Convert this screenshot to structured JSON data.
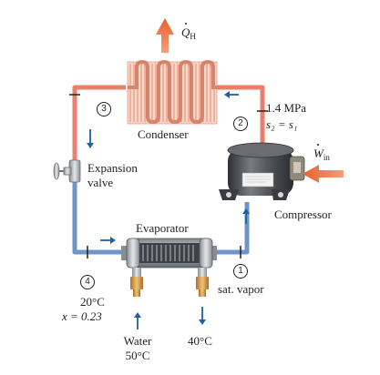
{
  "heat_out": {
    "symbol": "Q",
    "subscript": "H"
  },
  "work_in": {
    "symbol": "W",
    "subscript": "in"
  },
  "components": {
    "condenser": "Condenser",
    "compressor": "Compressor",
    "evaporator": "Evaporator",
    "expansion_valve": [
      "Expansion",
      "valve"
    ]
  },
  "states": {
    "s1": {
      "number": "1",
      "label": "sat. vapor"
    },
    "s2": {
      "number": "2",
      "pressure": "1.4 MPa",
      "entropy": "s₂ = s₁"
    },
    "s3": {
      "number": "3"
    },
    "s4": {
      "number": "4",
      "temperature": "20°C",
      "quality": "x = 0.23"
    }
  },
  "water": {
    "label": "Water",
    "inlet_temperature": "50°C",
    "outlet_temperature": "40°C"
  },
  "colors": {
    "hot_pipe": "#e8806c",
    "cold_pipe": "#6f95c4",
    "flow_arrow": "#1f5fa6",
    "heat_arrow": "#e8602c",
    "condenser_coil": "#d9826c",
    "compressor_body": "#5a5c60",
    "evaporator_shell": "#a9adb4",
    "water_fitting": "#d8a355"
  }
}
